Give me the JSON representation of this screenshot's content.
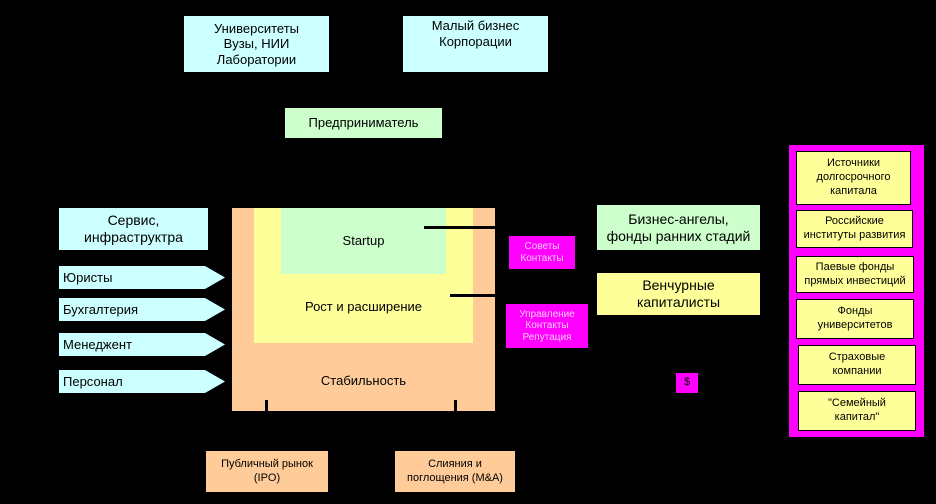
{
  "top": {
    "universities": "Университеты\nВузы, НИИ\nЛаборатории",
    "business": "Малый бизнес\nКорпорации"
  },
  "entrepreneur": "Предприниматель",
  "service": "Сервис,\nинфраструктра",
  "arrows": [
    "Юристы",
    "Бухгалтерия",
    "Менеджент",
    "Персонал"
  ],
  "stages": {
    "startup": "Startup",
    "growth": "Рост и расширение",
    "stability": "Стабильность"
  },
  "exits": {
    "ipo": "Публичный рынок\n(IPO)",
    "ma": "Слияния и\nпоглощения (M&A)"
  },
  "support": {
    "advice": "Советы\nКонтакты",
    "management": "Управление\nКонтакты\nРепутация"
  },
  "investors": {
    "angels": "Бизнес-ангелы,\nфонды ранних стадий",
    "vc": "Венчурные\nкапиталисты"
  },
  "dollar": "$",
  "funds": [
    "Источники\nдолгосрочного\nкапитала",
    "Российские\nинституты развития",
    "Паевые фонды\nпрямых инвестиций",
    "Фонды\nуниверситетов",
    "Страховые\nкомпании",
    "\"Семейный\nкапитал\""
  ],
  "colors": {
    "background": "#000000",
    "cyan": "#ccffff",
    "green": "#ccffcc",
    "yellow": "#ffff99",
    "peach": "#ffcc99",
    "magenta": "#ff00ff"
  }
}
